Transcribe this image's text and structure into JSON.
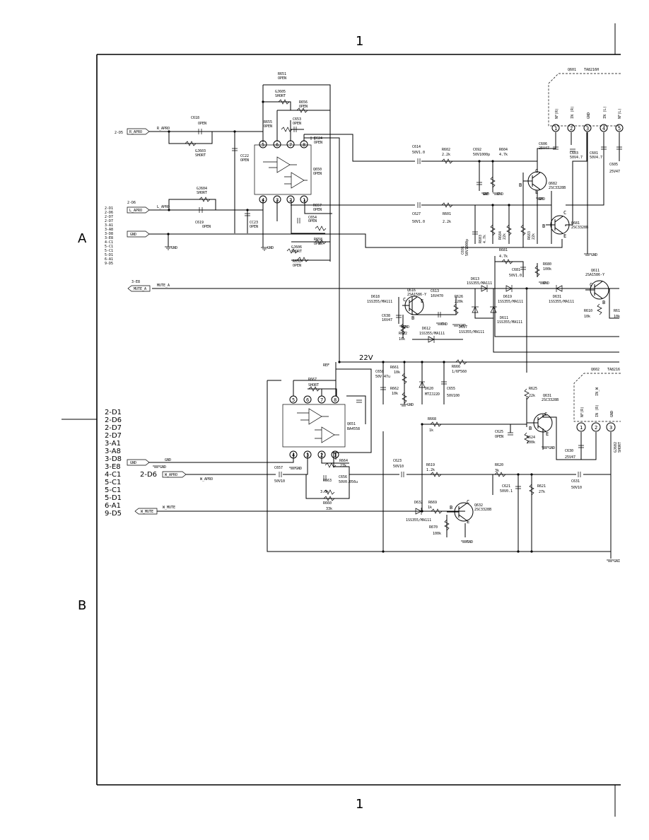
{
  "sheet": {
    "column_number": "1",
    "row_labels": [
      "A",
      "B"
    ]
  },
  "connector_refs": [
    "2-D1",
    "2-D6",
    "2-D7",
    "2-D7",
    "3-A1",
    "3-A8",
    "3-D8",
    "3-E8",
    "4-C1",
    "5-C1",
    "5-C1",
    "5-D1",
    "6-A1",
    "9-D5"
  ],
  "ports": {
    "r_apro": {
      "ref": "2-D5",
      "name": "R_APRO",
      "net": "R_APRO"
    },
    "l_apro": {
      "ref": "2-D6",
      "name": "L_APRO",
      "net": "L_APRO"
    },
    "gnd_top": {
      "name": "GND",
      "net": "GND"
    },
    "mute_a": {
      "ref": "3-E8",
      "name": "MUTE_A",
      "net": "MUTE_A"
    },
    "gnd_bot": {
      "name": "GND",
      "net": "GND"
    },
    "w_apro": {
      "ref": "2-D6",
      "name": "W_APRO",
      "net": "W_APRO"
    },
    "w_mute": {
      "name": "W_MUTE",
      "net": "W_MUTE"
    }
  },
  "ics": {
    "q650": {
      "ref": "Q650",
      "value": "OPEN",
      "pins": [
        "5",
        "6",
        "7",
        "8",
        "4",
        "3",
        "2",
        "1"
      ]
    },
    "q651": {
      "ref": "Q651",
      "value": "BA4558",
      "pins": [
        "5",
        "6",
        "7",
        "8",
        "4",
        "3",
        "2",
        "1"
      ]
    },
    "q601": {
      "ref": "Q601",
      "value": "TA8216H",
      "pins": [
        "NF(R)",
        "IN (R)",
        "GND",
        "IN (L)",
        "NF(L)"
      ],
      "nums": [
        "1",
        "2",
        "3",
        "4",
        "5"
      ]
    },
    "q602": {
      "ref": "Q602",
      "value": "TA8216",
      "pins": [
        "NF(R)",
        "IN (R)",
        "GND"
      ],
      "nums": [
        "1",
        "2",
        "3"
      ],
      "extra": "IN_W"
    }
  },
  "transistors": [
    {
      "ref": "Q682",
      "value": "2SC3328B"
    },
    {
      "ref": "Q681",
      "value": "2SC3328B"
    },
    {
      "ref": "Q611",
      "value": "2SA1586-Y"
    },
    {
      "ref": "Q616",
      "value": "2SA1586-Y"
    },
    {
      "ref": "Q631",
      "value": "2SC3328B"
    },
    {
      "ref": "Q632",
      "value": "2SC3328B"
    }
  ],
  "parts_top": [
    {
      "id": "r651",
      "ref": "R651",
      "val": "OPEN"
    },
    {
      "id": "gj605",
      "ref": "GJ605",
      "val": "SHORT"
    },
    {
      "id": "r656",
      "ref": "R656",
      "val": "OPEN"
    },
    {
      "id": "r655",
      "ref": "R655",
      "val": "OPEN"
    },
    {
      "id": "c653",
      "ref": "C653",
      "val": "OPEN"
    },
    {
      "id": "c618",
      "ref": "C618",
      "val": "OPEN"
    },
    {
      "id": "gj603",
      "ref": "GJ603",
      "val": "SHORT"
    },
    {
      "id": "cc22",
      "ref": "CC22",
      "val": "OPEN"
    },
    {
      "id": "cc24",
      "ref": "CC24",
      "val": "OPEN"
    },
    {
      "id": "gj604",
      "ref": "GJ604",
      "val": "SHORT"
    },
    {
      "id": "c619",
      "ref": "C619",
      "val": "OPEN"
    },
    {
      "id": "cc23",
      "ref": "CC23",
      "val": "OPEN"
    },
    {
      "id": "r657",
      "ref": "R657",
      "val": "OPEN"
    },
    {
      "id": "c654",
      "ref": "C654",
      "val": "OPEN"
    },
    {
      "id": "r658",
      "ref": "R658",
      "val": "OPEN"
    },
    {
      "id": "gj606",
      "ref": "GJ606",
      "val": "SHORT"
    },
    {
      "id": "r652",
      "ref": "R652",
      "val": "OPEN"
    },
    {
      "id": "c614",
      "ref": "C614",
      "val": "50V1.0"
    },
    {
      "id": "r602",
      "ref": "R602",
      "val": "2.2k"
    },
    {
      "id": "c692",
      "ref": "C692",
      "val": "50V1000p"
    },
    {
      "id": "r604",
      "ref": "R604",
      "val": "4.7k"
    },
    {
      "id": "c627",
      "ref": "C627",
      "val": "50V1.0"
    },
    {
      "id": "r601",
      "ref": "R601",
      "val": "2.2k"
    },
    {
      "id": "c691",
      "ref": "C691",
      "val": "50V1000p"
    },
    {
      "id": "r603",
      "ref": "R603",
      "val": "4.7k"
    },
    {
      "id": "r684",
      "ref": "R684",
      "val": "22k"
    },
    {
      "id": "r683",
      "ref": "R683",
      "val": "22k"
    },
    {
      "id": "c606",
      "ref": "C606",
      "val": "25V47"
    },
    {
      "id": "c603",
      "ref": "C603",
      "val": "50V4.7"
    },
    {
      "id": "c601",
      "ref": "C601",
      "val": "50V4.7"
    },
    {
      "id": "c605",
      "ref": "C605",
      "val": "25V47"
    },
    {
      "id": "r681",
      "ref": "R681",
      "val": "4.7k"
    },
    {
      "id": "c681",
      "ref": "C681",
      "val": "50V1.0"
    },
    {
      "id": "r680",
      "ref": "R680",
      "val": "100k"
    },
    {
      "id": "d613",
      "ref": "D613",
      "val": "1SS355/MA111"
    },
    {
      "id": "d618",
      "ref": "D618",
      "val": "1SS355/MA111"
    },
    {
      "id": "c613",
      "ref": "C613",
      "val": "16V470"
    },
    {
      "id": "r626",
      "ref": "R626",
      "val": "220k"
    },
    {
      "id": "c638",
      "ref": "C638",
      "val": "16V47"
    },
    {
      "id": "r612",
      "ref": "R612",
      "val": "10k"
    },
    {
      "id": "d612",
      "ref": "D612",
      "val": "1SS355/MA111"
    },
    {
      "id": "d619",
      "ref": "D619",
      "val": "1SS355/MA111"
    },
    {
      "id": "d611",
      "ref": "D611",
      "val": "1SS355/MA111"
    },
    {
      "id": "d617",
      "ref": "D617",
      "val": "1SS355/MA111"
    },
    {
      "id": "d631",
      "ref": "D631",
      "val": "1SS355/MA111"
    },
    {
      "id": "r610",
      "ref": "R610",
      "val": "10k"
    },
    {
      "id": "r61x",
      "ref": "R61",
      "val": "10k"
    }
  ],
  "parts_bottom": [
    {
      "id": "c658",
      "ref": "C658",
      "val": "50V 47u"
    },
    {
      "id": "r661",
      "ref": "R661",
      "val": "10k"
    },
    {
      "id": "r662",
      "ref": "R662",
      "val": "10k"
    },
    {
      "id": "d620",
      "ref": "D620",
      "val": "MTZJ22D"
    },
    {
      "id": "c655",
      "ref": "C655",
      "val": "50V100"
    },
    {
      "id": "r666",
      "ref": "R666",
      "val": "1/6F560"
    },
    {
      "id": "r667",
      "ref": "R667",
      "val": "SHORT"
    },
    {
      "id": "r664",
      "ref": "R664",
      "val": "27k"
    },
    {
      "id": "r663",
      "ref": "R663",
      "val": "3.3k"
    },
    {
      "id": "c656",
      "ref": "C656",
      "val": "50V0.056u"
    },
    {
      "id": "r660",
      "ref": "R660",
      "val": "33k"
    },
    {
      "id": "c657",
      "ref": "C657",
      "val": "50V10"
    },
    {
      "id": "r668",
      "ref": "R668",
      "val": "1k"
    },
    {
      "id": "c623",
      "ref": "C623",
      "val": "50V10"
    },
    {
      "id": "r619",
      "ref": "R619",
      "val": "1.2k"
    },
    {
      "id": "r620",
      "ref": "R620",
      "val": "3k"
    },
    {
      "id": "c621",
      "ref": "C621",
      "val": "50V0.1"
    },
    {
      "id": "r621",
      "ref": "R621",
      "val": "27k"
    },
    {
      "id": "c630",
      "ref": "C630",
      "val": "25V47"
    },
    {
      "id": "c631",
      "ref": "C631",
      "val": "50V10"
    },
    {
      "id": "r625",
      "ref": "R625",
      "val": "22k"
    },
    {
      "id": "c625",
      "ref": "C625",
      "val": "OPEN"
    },
    {
      "id": "r624",
      "ref": "R624",
      "val": "100k"
    },
    {
      "id": "d632",
      "ref": "D632",
      "val": "1SS355/MA111"
    },
    {
      "id": "r669",
      "ref": "R669",
      "val": "1k"
    },
    {
      "id": "r670",
      "ref": "R670",
      "val": "100k"
    },
    {
      "id": "gj602",
      "ref": "GJ602",
      "val": "SHORT"
    }
  ],
  "nets": {
    "v22": "22V",
    "ref": "REF",
    "gnd": "GND",
    "gn_cut": "GNI"
  },
  "pin_letters": {
    "b": "B",
    "c": "C",
    "e": "E"
  }
}
